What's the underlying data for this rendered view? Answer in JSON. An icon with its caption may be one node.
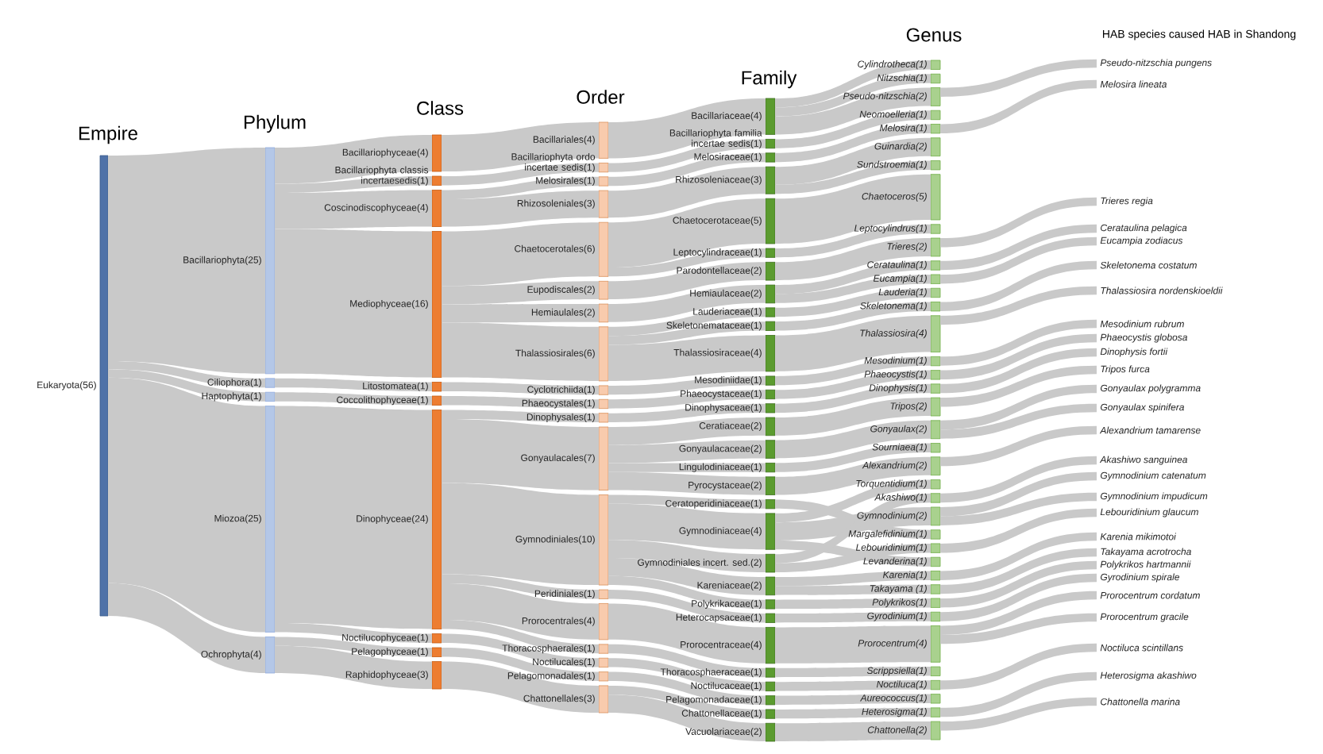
{
  "diagram": {
    "nodes": [
      {
        "text": [
          "Eukaryota(56)"
        ]
      },
      {
        "text": [
          "Bacillariophyta(25)"
        ]
      },
      {
        "text": [
          "Ciliophora(1)"
        ]
      },
      {
        "text": [
          "Haptophyta(1)"
        ]
      },
      {
        "text": [
          "Miozoa(25)"
        ]
      },
      {
        "text": [
          "Ochrophyta(4)"
        ]
      },
      {
        "text": [
          "Bacillariophyceae(4)"
        ]
      },
      {
        "text": [
          "Bacillariophyta classis incertaesedis(1)"
        ]
      },
      {
        "text": [
          "Coscinodiscophyceae(4)"
        ]
      },
      {
        "text": [
          "Mediophyceae(16)"
        ]
      },
      {
        "text": [
          "Litostomatea(1)"
        ]
      },
      {
        "text": [
          "Coccolithophyceae(1)"
        ]
      },
      {
        "text": [
          "Dinophyceae(24)"
        ]
      },
      {
        "text": [
          "Noctilucophyceae(1)"
        ]
      },
      {
        "text": [
          "Pelagophyceae(1)"
        ]
      },
      {
        "text": [
          "Raphidophyceae(3)"
        ]
      },
      {
        "text": [
          "Bacillariales(4)"
        ]
      },
      {
        "text": [
          "Bacillariophyta ordo incertae sedis(1)"
        ]
      },
      {
        "text": [
          "Melosirales(1)"
        ]
      },
      {
        "text": [
          "Rhizosoleniales(3)"
        ]
      },
      {
        "text": [
          "Chaetocerotales(6)"
        ]
      },
      {
        "text": [
          "Eupodiscales(2)"
        ]
      },
      {
        "text": [
          "Hemiaulales(2)"
        ]
      },
      {
        "text": [
          "Thalassiosirales(6)"
        ]
      },
      {
        "text": [
          "Cyclotrichiida(1)"
        ]
      },
      {
        "text": [
          "Phaeocystales(1)"
        ]
      },
      {
        "text": [
          "Dinophysales(1)"
        ]
      },
      {
        "text": [
          "Gonyaulacales(7)"
        ]
      },
      {
        "text": [
          "Gymnodiniales(10)"
        ]
      },
      {
        "text": [
          "Peridiniales(1)"
        ]
      },
      {
        "text": [
          "Prorocentrales(4)"
        ]
      },
      {
        "text": [
          "Thoracosphaerales(1)"
        ]
      },
      {
        "text": [
          "Noctilucales(1)"
        ]
      },
      {
        "text": [
          "Pelagomonadales(1)"
        ]
      },
      {
        "text": [
          "Chattonellales(3)"
        ]
      },
      {
        "text": [
          "Bacillariaceae(4)"
        ]
      },
      {
        "text": [
          "Bacillariophyta familia incertae sedis(1)"
        ]
      },
      {
        "text": [
          "Melosiraceae(1)"
        ]
      },
      {
        "text": [
          "Rhizosoleniaceae(3)"
        ]
      },
      {
        "text": [
          "Chaetocerotaceae(5)"
        ]
      },
      {
        "text": [
          "Leptocylindraceae(1)"
        ]
      },
      {
        "text": [
          "Parodontellaceae(2)"
        ]
      },
      {
        "text": [
          "Hemiaulaceae(2)"
        ]
      },
      {
        "text": [
          "Lauderiaceae(1)"
        ]
      },
      {
        "text": [
          "Skeletonemataceae(1)"
        ]
      },
      {
        "text": [
          "Thalassiosiraceae(4)"
        ]
      },
      {
        "text": [
          "Mesodiniidae(1)"
        ]
      },
      {
        "text": [
          "Phaeocystaceae(1)"
        ]
      },
      {
        "text": [
          "Dinophysaceae(1)"
        ]
      },
      {
        "text": [
          "Ceratiaceae(2)"
        ]
      },
      {
        "text": [
          "Gonyaulacaceae(2)"
        ]
      },
      {
        "text": [
          "Lingulodiniaceae(1)"
        ]
      },
      {
        "text": [
          "Pyrocystaceae(2)"
        ]
      },
      {
        "text": [
          "Ceratoperidiniaceae(1)"
        ]
      },
      {
        "text": [
          "Gymnodiniaceae(4)"
        ]
      },
      {
        "text": [
          "Gymnodiniales incert. sed.(2)"
        ]
      },
      {
        "text": [
          "Kareniaceae(2)"
        ]
      },
      {
        "text": [
          "Polykrikaceae(1)"
        ]
      },
      {
        "text": [
          "Heterocapsaceae(1)"
        ]
      },
      {
        "text": [
          "Prorocentraceae(4)"
        ]
      },
      {
        "text": [
          "Thoracosphaeraceae(1)"
        ]
      },
      {
        "text": [
          "Noctilucaceae(1)"
        ]
      },
      {
        "text": [
          "Pelagomonadaceae(1)"
        ]
      },
      {
        "text": [
          "Chattonellaceae(1)"
        ]
      },
      {
        "text": [
          "Vacuolariaceae(2)"
        ]
      },
      {
        "text": [
          "Cylindrotheca(1)"
        ]
      },
      {
        "text": [
          "Nitzschia(1)"
        ]
      },
      {
        "text": [
          "Pseudo-nitzschia(2)"
        ]
      },
      {
        "text": [
          "Neomoelleria(1)"
        ]
      },
      {
        "text": [
          "Melosira(1)"
        ]
      },
      {
        "text": [
          "Guinardia(2)"
        ]
      },
      {
        "text": [
          "Sundstroemia(1)"
        ]
      },
      {
        "text": [
          "Chaetoceros(5)"
        ]
      },
      {
        "text": [
          "Leptocylindrus(1)"
        ]
      },
      {
        "text": [
          "Trieres(2)"
        ]
      },
      {
        "text": [
          "Cerataulina(1)"
        ]
      },
      {
        "text": [
          "Eucampia(1)"
        ]
      },
      {
        "text": [
          "Lauderia(1)"
        ]
      },
      {
        "text": [
          "Skeletonema(1)"
        ]
      },
      {
        "text": [
          "Thalassiosira(4)"
        ]
      },
      {
        "text": [
          "Mesodinium(1)"
        ]
      },
      {
        "text": [
          "Phaeocystis(1)"
        ]
      },
      {
        "text": [
          "Dinophysis(1)"
        ]
      },
      {
        "text": [
          "Tripos(2)"
        ]
      },
      {
        "text": [
          "Gonyaulax(2)"
        ]
      },
      {
        "text": [
          "Sourniaea(1)"
        ]
      },
      {
        "text": [
          "Alexandrium(2)"
        ]
      },
      {
        "text": [
          "Torquentidium(1)"
        ]
      },
      {
        "text": [
          "Akashiwo(1)"
        ]
      },
      {
        "text": [
          "Gymnodinium(2)"
        ]
      },
      {
        "text": [
          "Margalefidinium(1)"
        ]
      },
      {
        "text": [
          "Lebouridinium(1)"
        ]
      },
      {
        "text": [
          "Levanderina(1)"
        ]
      },
      {
        "text": [
          "Karenia(1)"
        ]
      },
      {
        "text": [
          "Takayama (1)"
        ]
      },
      {
        "text": [
          "Polykrikos(1)"
        ]
      },
      {
        "text": [
          "Gyrodinium(1)"
        ]
      },
      {
        "text": [
          "Prorocentrum(4)"
        ]
      },
      {
        "text": [
          "Scrippsiella(1)"
        ]
      },
      {
        "text": [
          "Noctiluca(1)"
        ]
      },
      {
        "text": [
          "Aureococcus(1)"
        ]
      },
      {
        "text": [
          "Heterosigma(1)"
        ]
      },
      {
        "text": [
          "Chattonella(2)"
        ]
      },
      {
        "text": [
          "Pseudo-nitzschia pungens"
        ]
      },
      {
        "text": [
          "Melosira lineata"
        ]
      },
      {
        "text": [
          "Trieres regia"
        ]
      },
      {
        "text": [
          "Cerataulina pelagica"
        ]
      },
      {
        "text": [
          "Eucampia zodiacus"
        ]
      },
      {
        "text": [
          "Skeletonema costatum"
        ]
      },
      {
        "text": [
          "Thalassiosira nordenskioeldii"
        ]
      },
      {
        "text": [
          "Mesodinium rubrum"
        ]
      },
      {
        "text": [
          "Phaeocystis globosa"
        ]
      },
      {
        "text": [
          "Dinophysis fortii"
        ]
      },
      {
        "text": [
          "Tripos furca"
        ]
      },
      {
        "text": [
          "Gonyaulax polygramma"
        ]
      },
      {
        "text": [
          "Gonyaulax spinifera"
        ]
      },
      {
        "text": [
          "Alexandrium tamarense"
        ]
      },
      {
        "text": [
          "Akashiwo sanguinea"
        ]
      },
      {
        "text": [
          "Gymnodinium catenatum"
        ]
      },
      {
        "text": [
          "Gymnodinium impudicum"
        ]
      },
      {
        "text": [
          "Lebouridinium glaucum"
        ]
      },
      {
        "text": [
          "Karenia mikimotoi"
        ]
      },
      {
        "text": [
          "Takayama acrotrocha"
        ]
      },
      {
        "text": [
          "Polykrikos hartmannii"
        ]
      },
      {
        "text": [
          "Gyrodinium spirale"
        ]
      },
      {
        "text": [
          "Prorocentrum cordatum"
        ]
      },
      {
        "text": [
          "Prorocentrum gracile"
        ]
      },
      {
        "text": [
          "Noctiluca scintillans"
        ]
      },
      {
        "text": [
          "Heterosigma akashiwo"
        ]
      },
      {
        "text": [
          "Chattonella marina"
        ]
      }
    ],
    "edges": [
      {
        "from": 0,
        "to": 1,
        "arrow": "none"
      },
      {
        "from": 0,
        "to": 2,
        "arrow": "none"
      },
      {
        "from": 0,
        "to": 3,
        "arrow": "none"
      },
      {
        "from": 0,
        "to": 4,
        "arrow": "none"
      },
      {
        "from": 0,
        "to": 5,
        "arrow": "none"
      },
      {
        "from": 1,
        "to": 6,
        "arrow": "none"
      },
      {
        "from": 1,
        "to": 7,
        "arrow": "none"
      },
      {
        "from": 1,
        "to": 8,
        "arrow": "none"
      },
      {
        "from": 1,
        "to": 9,
        "arrow": "none"
      },
      {
        "from": 2,
        "to": 10,
        "arrow": "none"
      },
      {
        "from": 3,
        "to": 11,
        "arrow": "none"
      },
      {
        "from": 4,
        "to": 12,
        "arrow": "none"
      },
      {
        "from": 4,
        "to": 13,
        "arrow": "none"
      },
      {
        "from": 5,
        "to": 14,
        "arrow": "none"
      },
      {
        "from": 5,
        "to": 15,
        "arrow": "none"
      },
      {
        "from": 6,
        "to": 16,
        "arrow": "none"
      },
      {
        "from": 7,
        "to": 17,
        "arrow": "none"
      },
      {
        "from": 8,
        "to": 18,
        "arrow": "none"
      },
      {
        "from": 8,
        "to": 19,
        "arrow": "none"
      },
      {
        "from": 9,
        "to": 20,
        "arrow": "none"
      },
      {
        "from": 9,
        "to": 21,
        "arrow": "none"
      },
      {
        "from": 9,
        "to": 22,
        "arrow": "none"
      },
      {
        "from": 9,
        "to": 23,
        "arrow": "none"
      },
      {
        "from": 10,
        "to": 24,
        "arrow": "none"
      },
      {
        "from": 11,
        "to": 25,
        "arrow": "none"
      },
      {
        "from": 12,
        "to": 26,
        "arrow": "none"
      },
      {
        "from": 12,
        "to": 27,
        "arrow": "none"
      },
      {
        "from": 12,
        "to": 28,
        "arrow": "none"
      },
      {
        "from": 12,
        "to": 29,
        "arrow": "none"
      },
      {
        "from": 12,
        "to": 30,
        "arrow": "none"
      },
      {
        "from": 12,
        "to": 31,
        "arrow": "none"
      },
      {
        "from": 13,
        "to": 32,
        "arrow": "none"
      },
      {
        "from": 14,
        "to": 33,
        "arrow": "none"
      },
      {
        "from": 15,
        "to": 34,
        "arrow": "none"
      },
      {
        "from": 16,
        "to": 35,
        "arrow": "none"
      },
      {
        "from": 17,
        "to": 36,
        "arrow": "none"
      },
      {
        "from": 18,
        "to": 37,
        "arrow": "none"
      },
      {
        "from": 19,
        "to": 38,
        "arrow": "none"
      },
      {
        "from": 20,
        "to": 39,
        "arrow": "none"
      },
      {
        "from": 20,
        "to": 40,
        "arrow": "none"
      },
      {
        "from": 21,
        "to": 41,
        "arrow": "none"
      },
      {
        "from": 22,
        "to": 42,
        "arrow": "none"
      },
      {
        "from": 23,
        "to": 43,
        "arrow": "none"
      },
      {
        "from": 23,
        "to": 44,
        "arrow": "none"
      },
      {
        "from": 23,
        "to": 45,
        "arrow": "none"
      },
      {
        "from": 24,
        "to": 46,
        "arrow": "none"
      },
      {
        "from": 25,
        "to": 47,
        "arrow": "none"
      },
      {
        "from": 26,
        "to": 48,
        "arrow": "none"
      },
      {
        "from": 27,
        "to": 49,
        "arrow": "none"
      },
      {
        "from": 27,
        "to": 50,
        "arrow": "none"
      },
      {
        "from": 27,
        "to": 51,
        "arrow": "none"
      },
      {
        "from": 27,
        "to": 52,
        "arrow": "none"
      },
      {
        "from": 28,
        "to": 53,
        "arrow": "none"
      },
      {
        "from": 28,
        "to": 54,
        "arrow": "none"
      },
      {
        "from": 28,
        "to": 55,
        "arrow": "none"
      },
      {
        "from": 28,
        "to": 56,
        "arrow": "none"
      },
      {
        "from": 28,
        "to": 57,
        "arrow": "none"
      },
      {
        "from": 29,
        "to": 58,
        "arrow": "none"
      },
      {
        "from": 30,
        "to": 59,
        "arrow": "none"
      },
      {
        "from": 31,
        "to": 60,
        "arrow": "none"
      },
      {
        "from": 32,
        "to": 61,
        "arrow": "none"
      },
      {
        "from": 33,
        "to": 62,
        "arrow": "none"
      },
      {
        "from": 34,
        "to": 63,
        "arrow": "none"
      },
      {
        "from": 34,
        "to": 64,
        "arrow": "none"
      },
      {
        "from": 35,
        "to": 65,
        "arrow": "none"
      },
      {
        "from": 35,
        "to": 66,
        "arrow": "none"
      },
      {
        "from": 35,
        "to": 67,
        "arrow": "none"
      },
      {
        "from": 36,
        "to": 68,
        "arrow": "none"
      },
      {
        "from": 37,
        "to": 69,
        "arrow": "none"
      },
      {
        "from": 38,
        "to": 70,
        "arrow": "none"
      },
      {
        "from": 38,
        "to": 71,
        "arrow": "none"
      },
      {
        "from": 39,
        "to": 72,
        "arrow": "none"
      },
      {
        "from": 40,
        "to": 73,
        "arrow": "none"
      },
      {
        "from": 41,
        "to": 74,
        "arrow": "none"
      },
      {
        "from": 42,
        "to": 75,
        "arrow": "none"
      },
      {
        "from": 42,
        "to": 76,
        "arrow": "none"
      },
      {
        "from": 43,
        "to": 77,
        "arrow": "none"
      },
      {
        "from": 44,
        "to": 78,
        "arrow": "none"
      },
      {
        "from": 45,
        "to": 79,
        "arrow": "none"
      },
      {
        "from": 46,
        "to": 80,
        "arrow": "none"
      },
      {
        "from": 47,
        "to": 81,
        "arrow": "none"
      },
      {
        "from": 48,
        "to": 82,
        "arrow": "none"
      },
      {
        "from": 49,
        "to": 83,
        "arrow": "none"
      },
      {
        "from": 50,
        "to": 84,
        "arrow": "none"
      },
      {
        "from": 51,
        "to": 85,
        "arrow": "none"
      },
      {
        "from": 52,
        "to": 86,
        "arrow": "none"
      },
      {
        "from": 54,
        "to": 87,
        "arrow": "none"
      },
      {
        "from": 55,
        "to": 88,
        "arrow": "none"
      },
      {
        "from": 54,
        "to": 89,
        "arrow": "none"
      },
      {
        "from": 53,
        "to": 90,
        "arrow": "none"
      },
      {
        "from": 55,
        "to": 91,
        "arrow": "none"
      },
      {
        "from": 54,
        "to": 92,
        "arrow": "none"
      },
      {
        "from": 56,
        "to": 93,
        "arrow": "none"
      },
      {
        "from": 56,
        "to": 94,
        "arrow": "none"
      },
      {
        "from": 57,
        "to": 95,
        "arrow": "none"
      },
      {
        "from": 58,
        "to": 96,
        "arrow": "none"
      },
      {
        "from": 59,
        "to": 97,
        "arrow": "none"
      },
      {
        "from": 60,
        "to": 98,
        "arrow": "none"
      },
      {
        "from": 61,
        "to": 99,
        "arrow": "none"
      },
      {
        "from": 62,
        "to": 100,
        "arrow": "none"
      },
      {
        "from": 63,
        "to": 101,
        "arrow": "none"
      },
      {
        "from": 64,
        "to": 102,
        "arrow": "none"
      },
      {
        "from": 67,
        "to": 103,
        "arrow": "none"
      },
      {
        "from": 69,
        "to": 104,
        "arrow": "none"
      },
      {
        "from": 74,
        "to": 105,
        "arrow": "none"
      },
      {
        "from": 75,
        "to": 106,
        "arrow": "none"
      },
      {
        "from": 76,
        "to": 107,
        "arrow": "none"
      },
      {
        "from": 78,
        "to": 108,
        "arrow": "none"
      },
      {
        "from": 79,
        "to": 109,
        "arrow": "none"
      },
      {
        "from": 80,
        "to": 110,
        "arrow": "none"
      },
      {
        "from": 81,
        "to": 111,
        "arrow": "none"
      },
      {
        "from": 82,
        "to": 112,
        "arrow": "none"
      },
      {
        "from": 83,
        "to": 113,
        "arrow": "none"
      },
      {
        "from": 84,
        "to": 114,
        "arrow": "none"
      },
      {
        "from": 84,
        "to": 115,
        "arrow": "none"
      },
      {
        "from": 86,
        "to": 116,
        "arrow": "none"
      },
      {
        "from": 88,
        "to": 117,
        "arrow": "none"
      },
      {
        "from": 89,
        "to": 118,
        "arrow": "none"
      },
      {
        "from": 89,
        "to": 119,
        "arrow": "none"
      },
      {
        "from": 91,
        "to": 120,
        "arrow": "none"
      },
      {
        "from": 93,
        "to": 121,
        "arrow": "none"
      },
      {
        "from": 94,
        "to": 122,
        "arrow": "none"
      },
      {
        "from": 95,
        "to": 123,
        "arrow": "none"
      },
      {
        "from": 96,
        "to": 124,
        "arrow": "none"
      },
      {
        "from": 97,
        "to": 125,
        "arrow": "none"
      },
      {
        "from": 97,
        "to": 126,
        "arrow": "none"
      },
      {
        "from": 99,
        "to": 127,
        "arrow": "none"
      },
      {
        "from": 101,
        "to": 128,
        "arrow": "none"
      },
      {
        "from": 102,
        "to": 129,
        "arrow": "none"
      }
    ],
    "labels": [
      "Empire",
      "Phylum",
      "Class",
      "Order",
      "Family",
      "Genus",
      "HAB species caused HAB in Shandong"
    ]
  }
}
